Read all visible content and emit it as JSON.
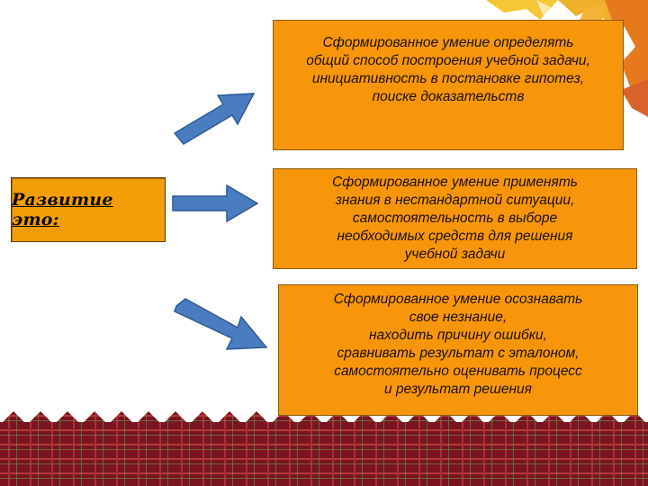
{
  "slide": {
    "label": "Развитие это:",
    "boxes": [
      {
        "text": "Сформированное умение определять\nобщий способ построения учебной задачи,\nинициативность в постановке гипотез,\nпоиске доказательств"
      },
      {
        "text": "Сформированное умение применять\nзнания в нестандартной ситуации,\nсамостоятельность в выборе\nнеобходимых средств для решения\nучебной задачи"
      },
      {
        "text": "Сформированное умение осознавать\nсвое незнание,\nнаходить причину ошибки,\nсравнивать результат с эталоном,\nсамостоятельно оценивать процесс\nи результат решения"
      }
    ]
  },
  "colors": {
    "box_fill": "#f7960a",
    "arrow_fill": "#4a7cc0",
    "fence_red": "#7a1420",
    "leaf_yellow": "#f6c637",
    "leaf_orange": "#e6781e"
  }
}
